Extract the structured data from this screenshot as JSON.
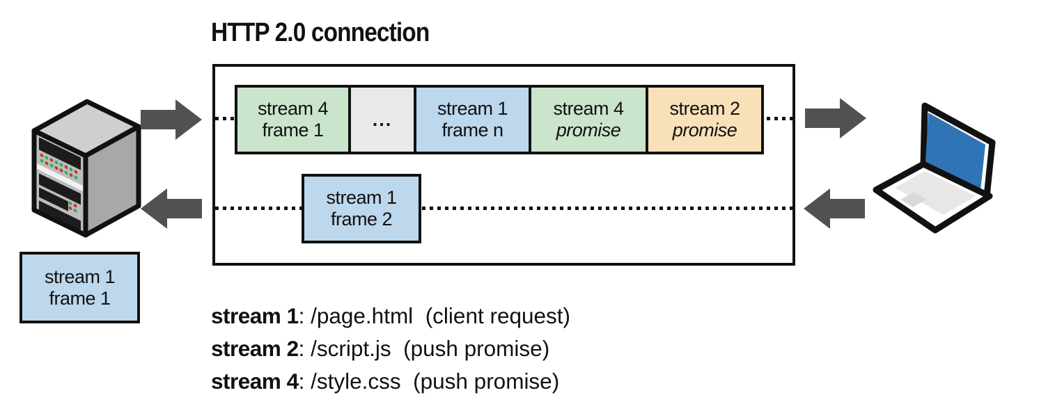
{
  "title": "HTTP 2.0 connection",
  "colors": {
    "ink": "#111111",
    "arrow": "#515153",
    "laptop_screen": "#2f74b5",
    "frame_green": "#cbe5cd",
    "frame_gray": "#e9e9e9",
    "frame_blue": "#bdd7ec",
    "frame_tan": "#f8e0b8"
  },
  "connection": {
    "top_row": {
      "frames": [
        {
          "line1": "stream 4",
          "line2": "frame 1",
          "bg": "#cbe5cd"
        },
        {
          "line1": "...",
          "bg": "#e9e9e9"
        },
        {
          "line1": "stream 1",
          "line2": "frame n",
          "bg": "#bdd7ec"
        },
        {
          "line1": "stream 4",
          "line2": "promise",
          "bg": "#cbe5cd"
        },
        {
          "line1": "stream 2",
          "line2": "promise",
          "bg": "#f8e0b8"
        }
      ]
    },
    "bottom_row": {
      "frame": {
        "line1": "stream 1",
        "line2": "frame 2",
        "bg": "#bdd7ec"
      }
    }
  },
  "server_frame": {
    "line1": "stream 1",
    "line2": "frame 1",
    "bg": "#bdd7ec"
  },
  "legend": [
    {
      "term": "stream 1",
      "rest": ": /page.html  (client request)"
    },
    {
      "term": "stream 2",
      "rest": ": /script.js  (push promise)"
    },
    {
      "term": "stream 4",
      "rest": ": /style.css  (push promise)"
    }
  ],
  "icons": {
    "server": "server-icon",
    "laptop": "laptop-icon",
    "arrow_right": "arrow-right-icon",
    "arrow_left": "arrow-left-icon"
  }
}
